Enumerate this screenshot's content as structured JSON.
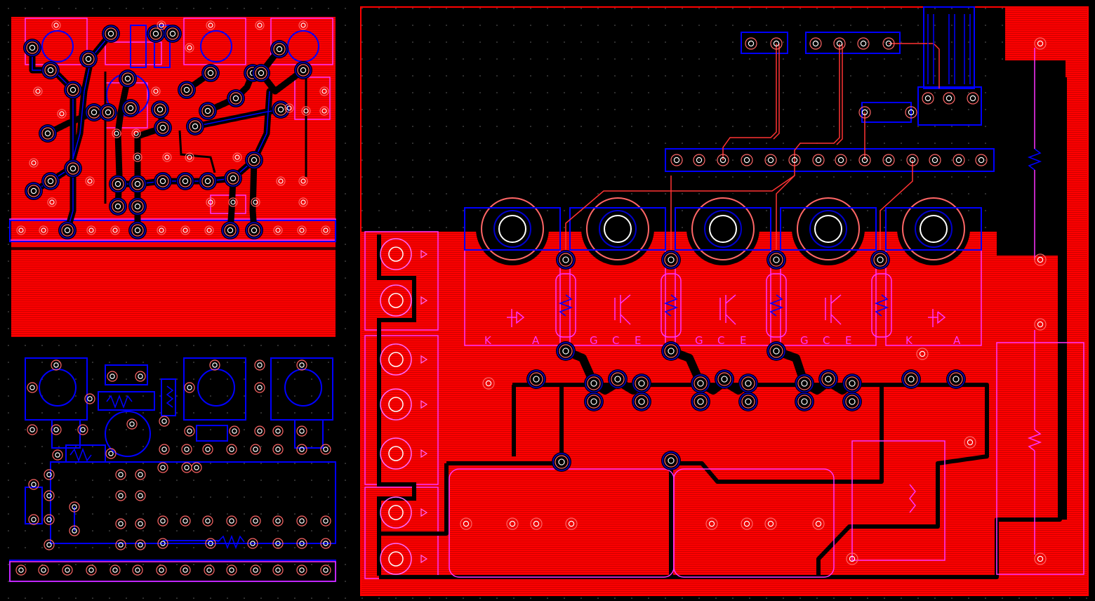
{
  "colors": {
    "background": "#000000",
    "copper_top": "#ff0000",
    "copper_bottom": "#0000ff",
    "silkscreen": "#ff33ff",
    "pad_outline": "#ff6666",
    "drill": "#ffffff",
    "via_ring": "#0000cc"
  },
  "main_board": {
    "igbt_labels": [
      {
        "g": "G",
        "c": "C",
        "e": "E"
      },
      {
        "g": "G",
        "c": "C",
        "e": "E"
      },
      {
        "g": "G",
        "c": "C",
        "e": "E"
      }
    ],
    "diode_left": {
      "k": "K",
      "a": "A"
    },
    "diode_right": {
      "k": "K",
      "a": "A"
    }
  }
}
